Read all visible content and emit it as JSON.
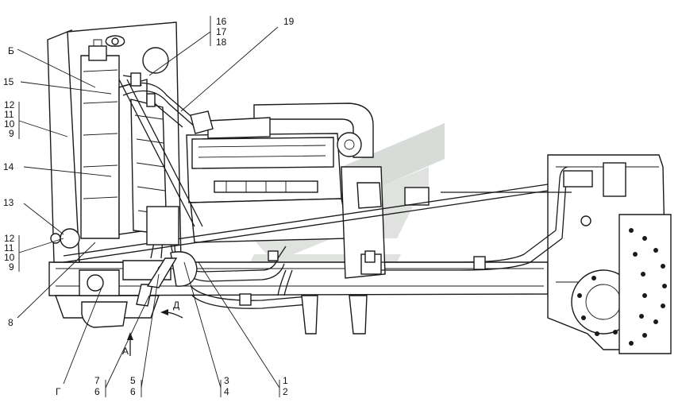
{
  "callouts": {
    "c16_17_18": [
      "16",
      "17",
      "18"
    ],
    "c19": "19",
    "cB": "Б",
    "c15": "15",
    "c12_11_10_9_top": [
      "12",
      "11",
      "10",
      "9"
    ],
    "c14": "14",
    "c13": "13",
    "c12_11_10_9_bottom": [
      "12",
      "11",
      "10",
      "9"
    ],
    "c8": "8",
    "cG": "Г",
    "c7_6": [
      "7",
      "6"
    ],
    "c5_6": [
      "5",
      "6"
    ],
    "c3_4": [
      "3",
      "4"
    ],
    "c1_2": [
      "1",
      "2"
    ],
    "cA": "А",
    "cD": "Д"
  },
  "colors": {
    "line": "#1a1a1a",
    "watermark": "#c9cfc9"
  },
  "watermark_icon": "brand-logo-watermark"
}
